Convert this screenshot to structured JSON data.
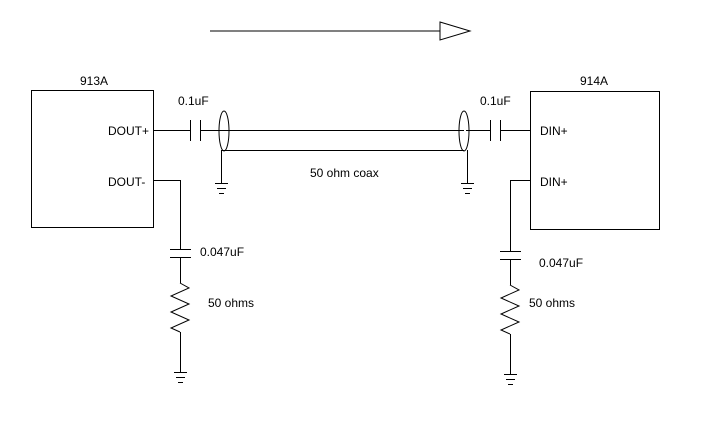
{
  "left_block": {
    "title": "913A",
    "pin_top": "DOUT+",
    "pin_bottom": "DOUT-"
  },
  "right_block": {
    "title": "914A",
    "pin_top": "DIN+",
    "pin_bottom": "DIN+"
  },
  "coax": {
    "label": "50 ohm coax"
  },
  "coupling_caps": {
    "left": "0.1uF",
    "right": "0.1uF"
  },
  "termination_left": {
    "cap": "0.047uF",
    "resistor": "50 ohms"
  },
  "termination_right": {
    "cap": "0.047uF",
    "resistor": "50 ohms"
  },
  "colors": {
    "ink": "#000000",
    "background": "#ffffff"
  }
}
